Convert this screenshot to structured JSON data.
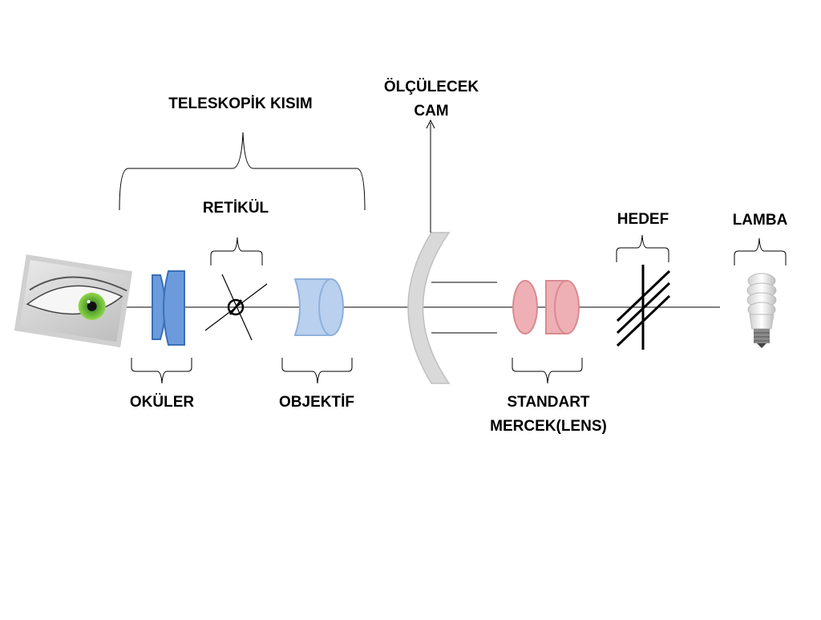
{
  "labels": {
    "teleskopik": "TELESKOPİK KISIM",
    "olculecek_line1": "ÖLÇÜLECEK",
    "olculecek_line2": "CAM",
    "retikul": "RETİKÜL",
    "hedef": "HEDEF",
    "lamba": "LAMBA",
    "okuler": "OKÜLER",
    "objektif": "OBJEKTİF",
    "standart_line1": "STANDART",
    "standart_line2": "MERCEK(LENS)"
  },
  "colors": {
    "ocular": "#6b9bdc",
    "objective": "#b9d0ee",
    "standard_lens": "#eeb0b4",
    "measured_glass": "#d9d9d9",
    "iris": "#6cc43a",
    "line": "#000000"
  },
  "icons": [
    "eye-image",
    "lamp-icon",
    "reticle-icon",
    "target-icon"
  ]
}
